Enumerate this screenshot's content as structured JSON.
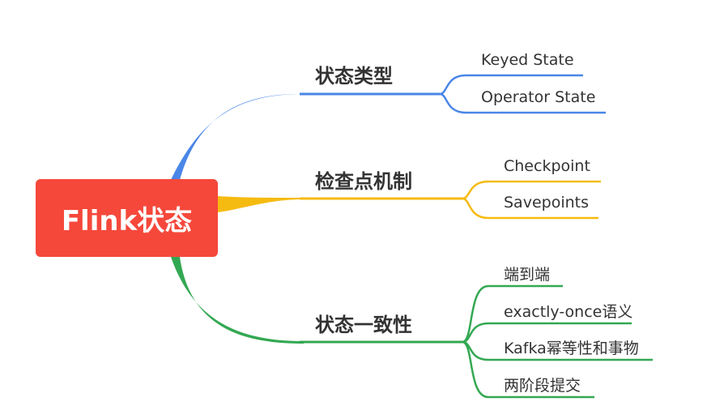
{
  "root": {
    "label": "Flink状态",
    "color": "#f5483b"
  },
  "branches": [
    {
      "label": "状态类型",
      "color": "#4a86e8",
      "children": [
        "Keyed State",
        "Operator State"
      ]
    },
    {
      "label": "检查点机制",
      "color": "#f5bb11",
      "children": [
        "Checkpoint",
        "Savepoints"
      ]
    },
    {
      "label": "状态一致性",
      "color": "#33a852",
      "children": [
        "端到端",
        "exactly-once语义",
        "Kafka幂等性和事物",
        "两阶段提交"
      ]
    }
  ]
}
